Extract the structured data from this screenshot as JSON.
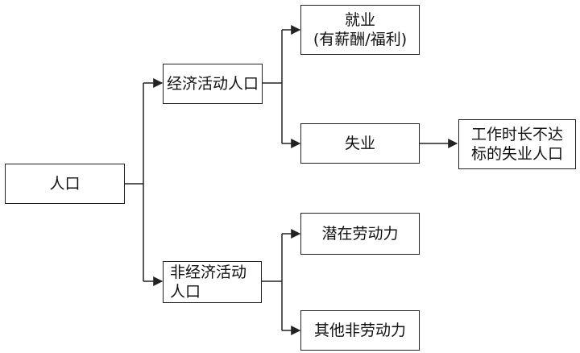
{
  "nodes": {
    "population": {
      "label": "人口"
    },
    "active": {
      "label": "经济活动人口"
    },
    "inactive": {
      "label": "非经济活动\n人口"
    },
    "employed": {
      "label": "就业\n(有薪酬/福利)"
    },
    "unemployed": {
      "label": "失业"
    },
    "underemployed": {
      "label": "工作时长不达\n标的失业人口"
    },
    "potential": {
      "label": "潜在劳动力"
    },
    "other": {
      "label": "其他非劳动力"
    }
  },
  "colors": {
    "line": "#222222",
    "box_border": "#222222"
  }
}
